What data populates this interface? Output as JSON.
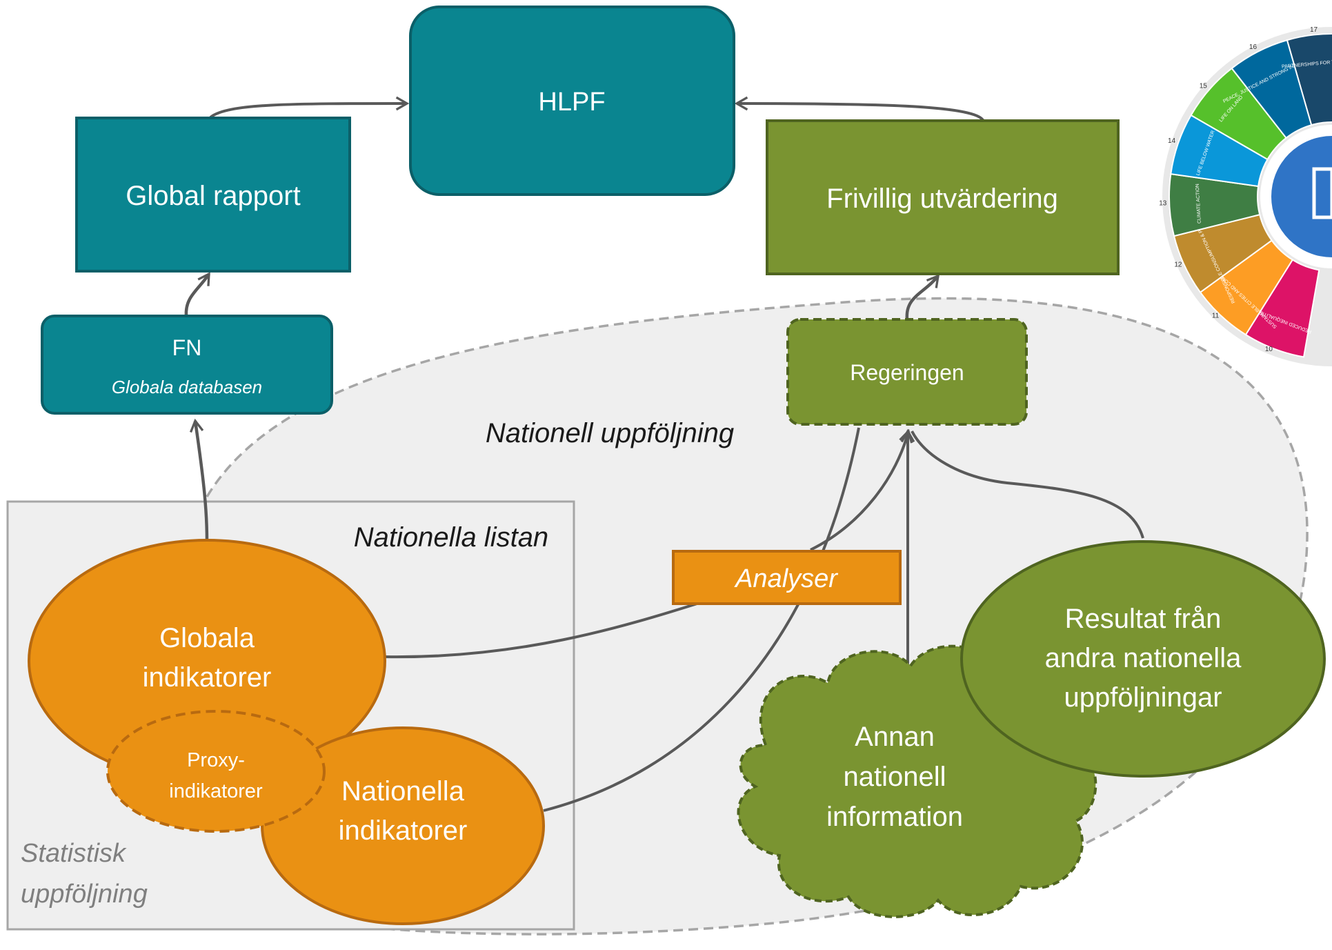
{
  "nodes": {
    "hlpf": "HLPF",
    "global_rapport": "Global rapport",
    "frivillig": "Frivillig utvärdering",
    "fn_title": "FN",
    "fn_subtitle": "Globala databasen",
    "regeringen": "Regeringen",
    "analyser": "Analyser",
    "globala_1": "Globala",
    "globala_2": "indikatorer",
    "proxy_1": "Proxy-",
    "proxy_2": "indikatorer",
    "nationella_1": "Nationella",
    "nationella_2": "indikatorer",
    "annan_1": "Annan",
    "annan_2": "nationell",
    "annan_3": "information",
    "resultat_1": "Resultat från",
    "resultat_2": "andra nationella",
    "resultat_3": "uppföljningar"
  },
  "regions": {
    "nationell_uppfoljning": "Nationell uppföljning",
    "nationella_listan": "Nationella listan",
    "statistisk_1": "Statistisk",
    "statistisk_2": "uppföljning"
  },
  "sdg_wheel": {
    "goals": [
      {
        "num": "10",
        "label": "REDUCED INEQUALITIES",
        "color": "#DD1367"
      },
      {
        "num": "11",
        "label": "SUSTAINABLE CITIES AND COMMUNITIES",
        "color": "#FD9D24"
      },
      {
        "num": "12",
        "label": "RESPONSIBLE CONSUMPTION & PRODUCTION",
        "color": "#BF8B2E"
      },
      {
        "num": "13",
        "label": "CLIMATE ACTION",
        "color": "#3F7E44"
      },
      {
        "num": "14",
        "label": "LIFE BELOW WATER",
        "color": "#0A97D9"
      },
      {
        "num": "15",
        "label": "LIFE ON LAND",
        "color": "#56C02B"
      },
      {
        "num": "16",
        "label": "PEACE, JUSTICE AND STRONG INSTITUTIONS",
        "color": "#00689D"
      },
      {
        "num": "17",
        "label": "PARTNERSHIPS FOR THE GOALS",
        "color": "#19486A"
      }
    ]
  },
  "colors": {
    "teal": "#0A8590",
    "teal_border": "#0B5F68",
    "olive": "#7A9431",
    "olive_border": "#4F6420",
    "orange": "#EA9113",
    "orange_border": "#B86A10",
    "region_fill": "#EFEFEF",
    "connector": "#595959"
  }
}
